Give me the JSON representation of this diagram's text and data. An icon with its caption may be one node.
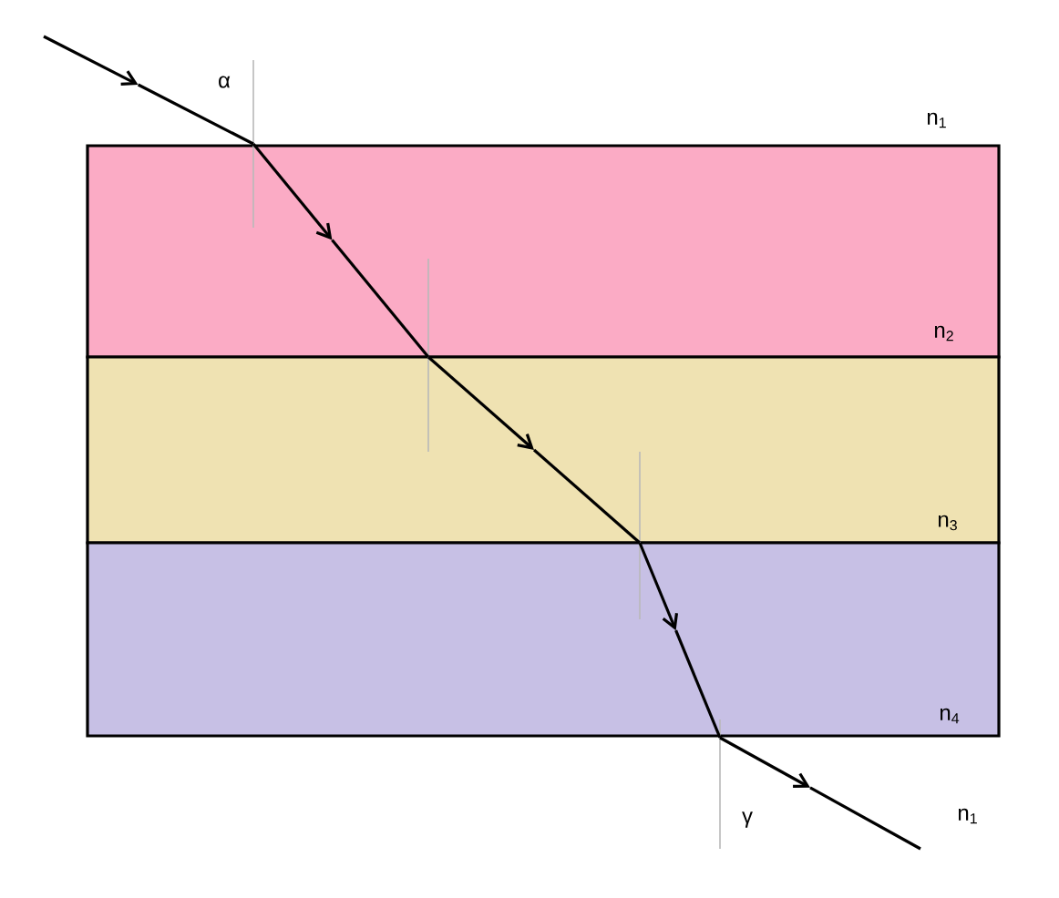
{
  "diagram": {
    "labels": [
      "α",
      "n$_{1}$",
      "n$_{2}$",
      "n$_{3}$",
      "n$_{4}$",
      "γ",
      "n$_{1}$"
    ]
  }
}
